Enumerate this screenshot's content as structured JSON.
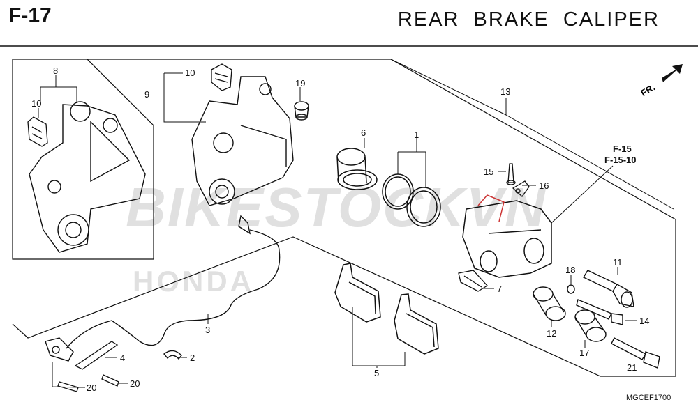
{
  "header": {
    "code": "F-17",
    "title": "REAR  BRAKE  CALIPER"
  },
  "diagram_code": "MGCEF1700",
  "direction": "FR.",
  "references": [
    "F-15",
    "F-15-10"
  ],
  "watermarks": [
    "BIKESTOCKVN",
    "HONDA"
  ],
  "callouts": {
    "c1": "1",
    "c2": "2",
    "c3": "3",
    "c4": "4",
    "c5": "5",
    "c6": "6",
    "c7": "7",
    "c8": "8",
    "c9": "9",
    "c10a": "10",
    "c10b": "10",
    "c11": "11",
    "c12": "12",
    "c13": "13",
    "c14": "14",
    "c15": "15",
    "c16": "16",
    "c17": "17",
    "c18": "18",
    "c19": "19",
    "c20a": "20",
    "c20b": "20",
    "c21": "21"
  },
  "colors": {
    "line": "#111111",
    "watermark": "#c8c8c8",
    "watermark_red": "#e05a4a"
  }
}
